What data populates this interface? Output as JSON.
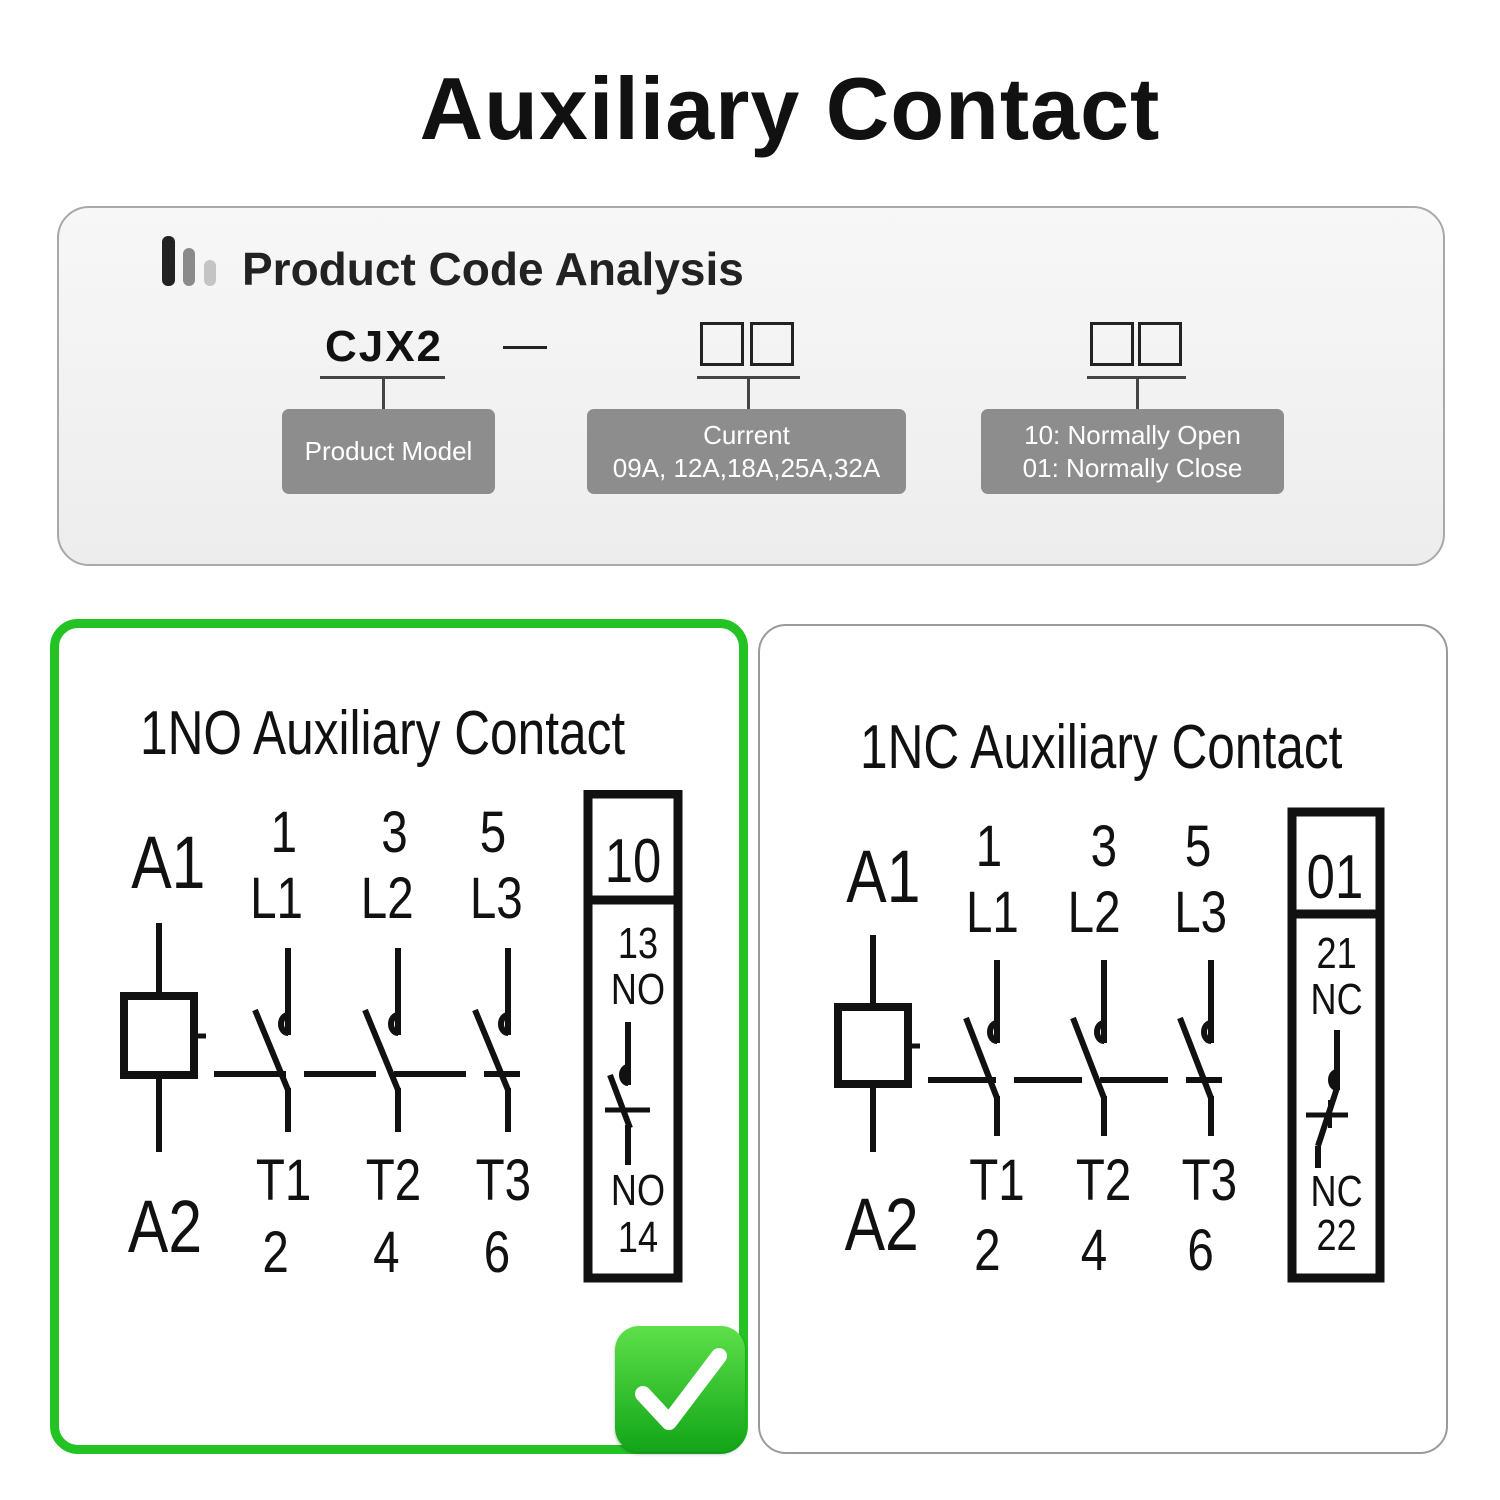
{
  "title": "Auxiliary Contact",
  "code_analysis": {
    "heading": "Product Code Analysis",
    "prefix": "CJX2",
    "separator": "—",
    "product_model": "Product Model",
    "current_label": "Current",
    "current_values": "09A, 12A,18A,25A,32A",
    "contact_line1": "10: Normally Open",
    "contact_line2": "01: Normally Close"
  },
  "no_panel": {
    "title": "1NO Auxiliary Contact",
    "code": "10",
    "coil_top": "A1",
    "coil_bottom": "A2",
    "poles_top_numbers": [
      "1",
      "3",
      "5"
    ],
    "poles_top_labels": [
      "L1",
      "L2",
      "L3"
    ],
    "poles_bottom_labels": [
      "T1",
      "T2",
      "T3"
    ],
    "poles_bottom_numbers": [
      "2",
      "4",
      "6"
    ],
    "aux_top_number": "13",
    "aux_top_label": "NO",
    "aux_bottom_label": "NO",
    "aux_bottom_number": "14",
    "selected": true
  },
  "nc_panel": {
    "title": "1NC Auxiliary Contact",
    "code": "01",
    "coil_top": "A1",
    "coil_bottom": "A2",
    "poles_top_numbers": [
      "1",
      "3",
      "5"
    ],
    "poles_top_labels": [
      "L1",
      "L2",
      "L3"
    ],
    "poles_bottom_labels": [
      "T1",
      "T2",
      "T3"
    ],
    "poles_bottom_numbers": [
      "2",
      "4",
      "6"
    ],
    "aux_top_number": "21",
    "aux_top_label": "NC",
    "aux_bottom_label": "NC",
    "aux_bottom_number": "22"
  },
  "colors": {
    "accent_green": "#22c323",
    "label_box_gray": "#8d8d8d"
  }
}
